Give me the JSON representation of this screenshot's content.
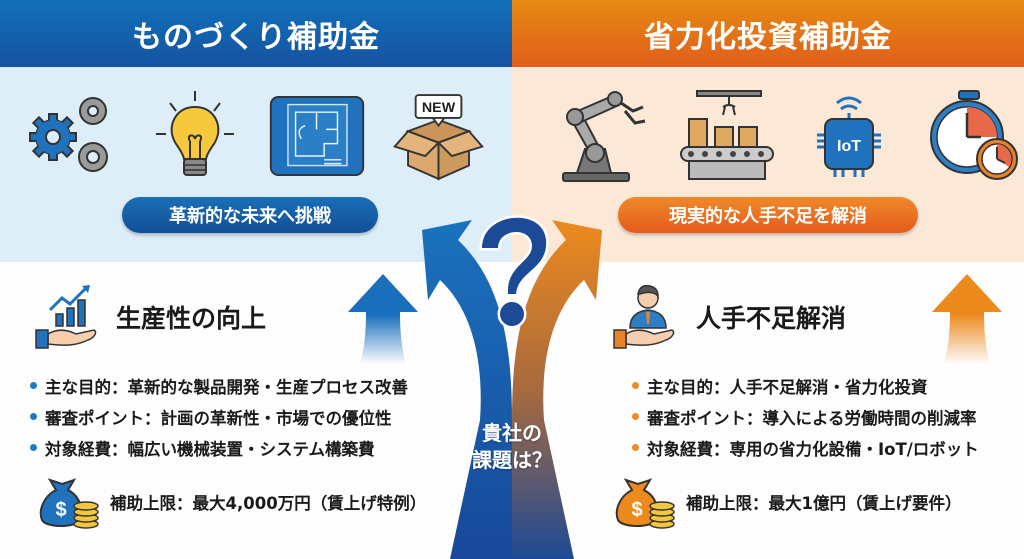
{
  "left": {
    "title": "ものづくり補助金",
    "icons": [
      "gears-icon",
      "lightbulb-icon",
      "blueprint-icon",
      "new-box-icon"
    ],
    "new_badge": "NEW",
    "tagline": "革新的な未来へ挑戦",
    "feature_title": "生産性の向上",
    "bullets": [
      "主な目的：革新的な製品開発・生産プロセス改善",
      "審査ポイント：計画の革新性・市場での優位性",
      "対象経費：幅広い機械装置・システム構築費"
    ],
    "cap": "補助上限：最大4,000万円（賃上げ特例）",
    "accent": "#1565b0"
  },
  "right": {
    "title": "省力化投資補助金",
    "icons": [
      "robot-arm-icon",
      "conveyor-icon",
      "iot-chip-icon",
      "stopwatch-icon"
    ],
    "iot_label": "IoT",
    "tagline": "現実的な人手不足を解消",
    "feature_title": "人手不足解消",
    "bullets": [
      "主な目的：人手不足解消・省力化投資",
      "審査ポイント：導入による労働時間の削減率",
      "対象経費：専用の省力化設備・IoT/ロボット"
    ],
    "cap": "補助上限：最大1億円（賃上げ要件）",
    "accent": "#e8841a"
  },
  "center": {
    "question": "?",
    "line1": "貴社の",
    "line2": "課題は？"
  }
}
